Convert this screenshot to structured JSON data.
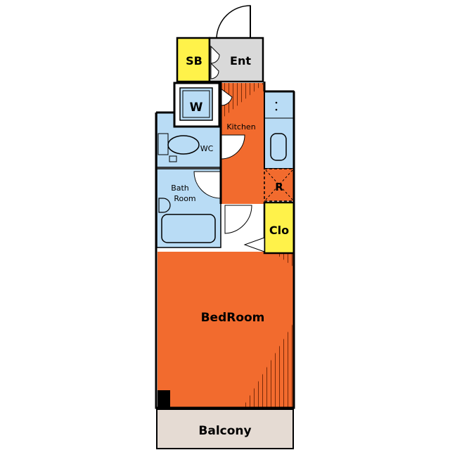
{
  "rooms": {
    "sb": "SB",
    "ent": "Ent",
    "w": "W",
    "kitchen": "Kitchen",
    "wc": "WC",
    "bath_line1": "Bath",
    "bath_line2": "Room",
    "r": "R",
    "clo": "Clo",
    "bedroom": "BedRoom",
    "balcony": "Balcony"
  },
  "colors": {
    "floor_orange": "#F26B2E",
    "wet_blue": "#B9DCF5",
    "storage_yellow": "#FFF24A",
    "entrance_gray": "#D9D9D9",
    "balcony_beige": "#E5DBD3",
    "wall": "#000000"
  }
}
